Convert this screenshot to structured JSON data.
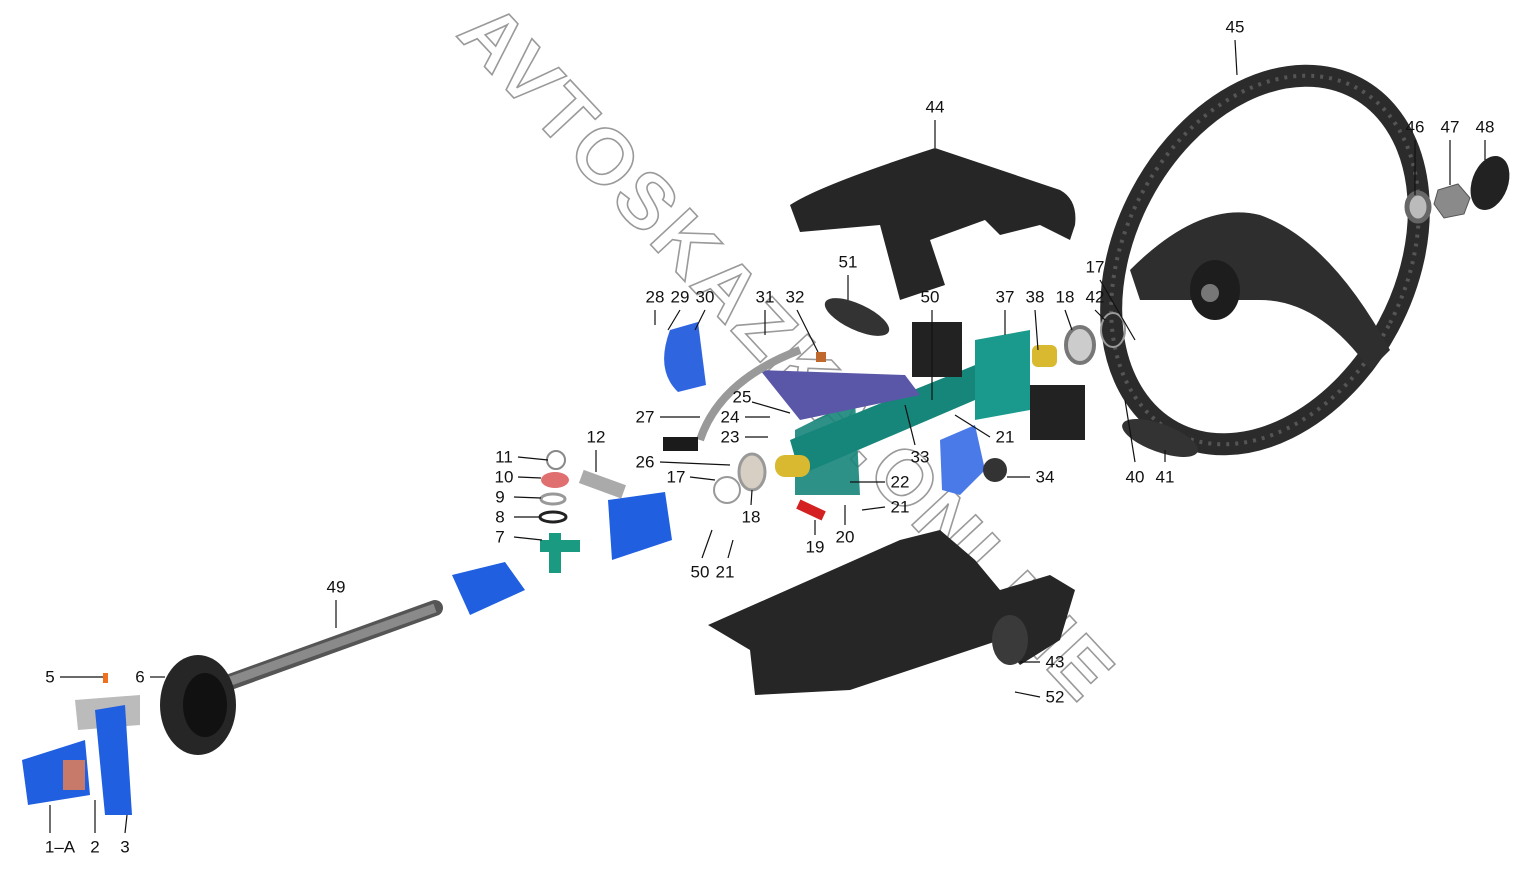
{
  "watermark": "AVTOSKAZKA.ONLINE",
  "colors": {
    "dark_part": "#2b2b2b",
    "blue_part": "#1f5fe0",
    "teal_column": "#16857a",
    "brass": "#d9b930",
    "copper": "#c87a6a",
    "red_pin": "#d42020",
    "bracket_purple": "#5a57a8",
    "grey_metal": "#9a9a9a"
  },
  "callouts": [
    "45",
    "44",
    "46",
    "47",
    "48",
    "51",
    "17",
    "28",
    "29",
    "30",
    "31",
    "32",
    "50",
    "37",
    "38",
    "18",
    "42",
    "25",
    "27",
    "24",
    "23",
    "21",
    "12",
    "11",
    "33",
    "26",
    "10",
    "17",
    "34",
    "40",
    "41",
    "22",
    "9",
    "18",
    "21",
    "8",
    "7",
    "20",
    "19",
    "50",
    "21",
    "49",
    "43",
    "5",
    "6",
    "52",
    "1–A",
    "2",
    "3"
  ]
}
